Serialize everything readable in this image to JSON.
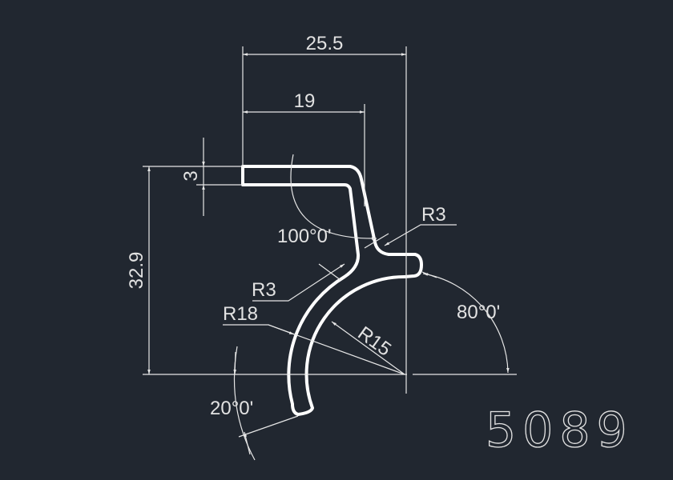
{
  "colors": {
    "background": "#212730",
    "profile": "#ffffff",
    "dimension": "#e6e6e6"
  },
  "drawing": {
    "part_number": "5089",
    "dimensions": {
      "overall_width": "25.5",
      "top_width": "19",
      "thickness": "3",
      "height": "32.9",
      "radius_top": "R3",
      "radius_inner": "R3",
      "radius_outer": "R18",
      "radius_inner_arc": "R15",
      "angle_top": "100°0'",
      "angle_right": "80°0'",
      "angle_bottom": "20°0'"
    }
  }
}
